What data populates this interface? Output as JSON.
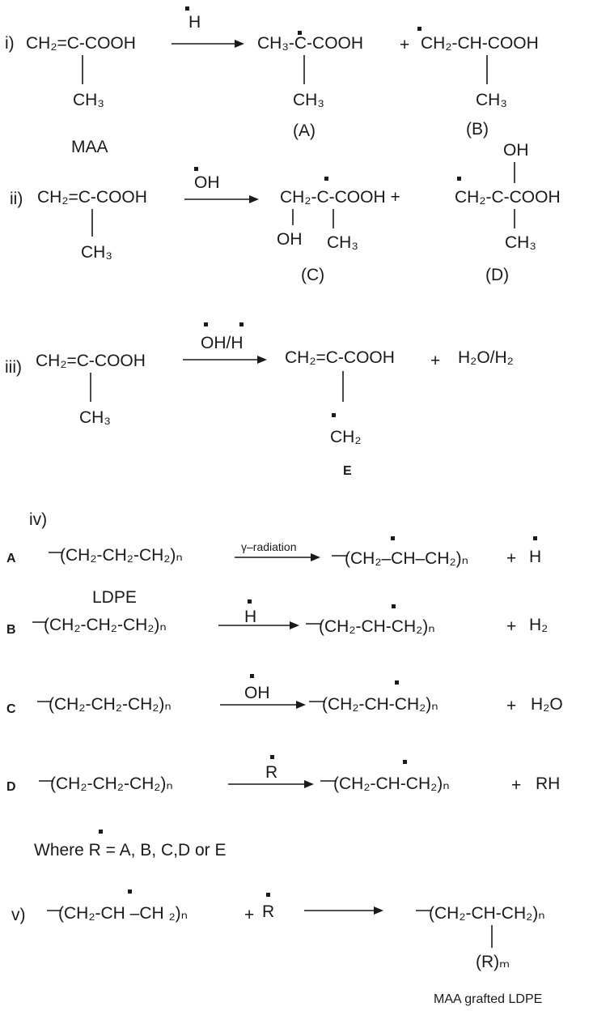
{
  "reactions": {
    "i": {
      "label": "i)",
      "reactant": "CH₂=C-COOH",
      "reactant_sub": "CH₃",
      "reactant_name": "MAA",
      "reagent": "H",
      "product_a": "CH₃-C-COOH",
      "product_a_sub": "CH₃",
      "product_a_label": "(A)",
      "plus": "+",
      "product_b": "CH₂-CH-COOH",
      "product_b_sub": "CH₃",
      "product_b_label": "(B)"
    },
    "ii": {
      "label": "ii)",
      "reactant": "CH₂=C-COOH",
      "reactant_sub": "CH₃",
      "reagent": "OH",
      "product_c": "CH₂-C-COOH +",
      "product_c_oh": "OH",
      "product_c_sub": "CH₃",
      "product_c_label": "(C)",
      "product_d_top": "OH",
      "product_d": "CH₂-C-COOH",
      "product_d_sub": "CH₃",
      "product_d_label": "(D)"
    },
    "iii": {
      "label": "iii)",
      "reactant": "CH₂=C-COOH",
      "reactant_sub": "CH₃",
      "reagent": "OH/H",
      "product": "CH₂=C-COOH",
      "plus": "+",
      "byproduct": "H₂O/H₂",
      "product_sub": "CH₂",
      "product_label": "E"
    },
    "iv": {
      "label": "iv)",
      "a": {
        "letter": "A",
        "reactant": "(CH₂-CH₂-CH₂)ₙ",
        "reactant_name": "LDPE",
        "reagent": "γ–radiation",
        "product": "(CH₂–CH–CH₂)ₙ",
        "plus": "+",
        "byproduct": "H"
      },
      "b": {
        "letter": "B",
        "reactant": "(CH₂-CH₂-CH₂)ₙ",
        "reagent": "H",
        "product": "(CH₂-CH-CH₂)ₙ",
        "plus": "+",
        "byproduct": "H₂"
      },
      "c": {
        "letter": "C",
        "reactant": "(CH₂-CH₂-CH₂)ₙ",
        "reagent": "OH",
        "product": "(CH₂-CH-CH₂)ₙ",
        "plus": "+",
        "byproduct": "H₂O"
      },
      "d": {
        "letter": "D",
        "reactant": "(CH₂-CH₂-CH₂)ₙ",
        "reagent": "R",
        "product": "(CH₂-CH-CH₂)ₙ",
        "plus": "+",
        "byproduct": "RH"
      },
      "note": "Where R = A, B, C,D or E"
    },
    "v": {
      "label": "v)",
      "reactant": "(CH₂-CH –CH ₂)ₙ",
      "plus": "+",
      "reagent": "R",
      "product": "(CH₂-CH-CH₂)ₙ",
      "product_sub": "(R)ₘ",
      "product_name": "MAA grafted LDPE"
    }
  }
}
